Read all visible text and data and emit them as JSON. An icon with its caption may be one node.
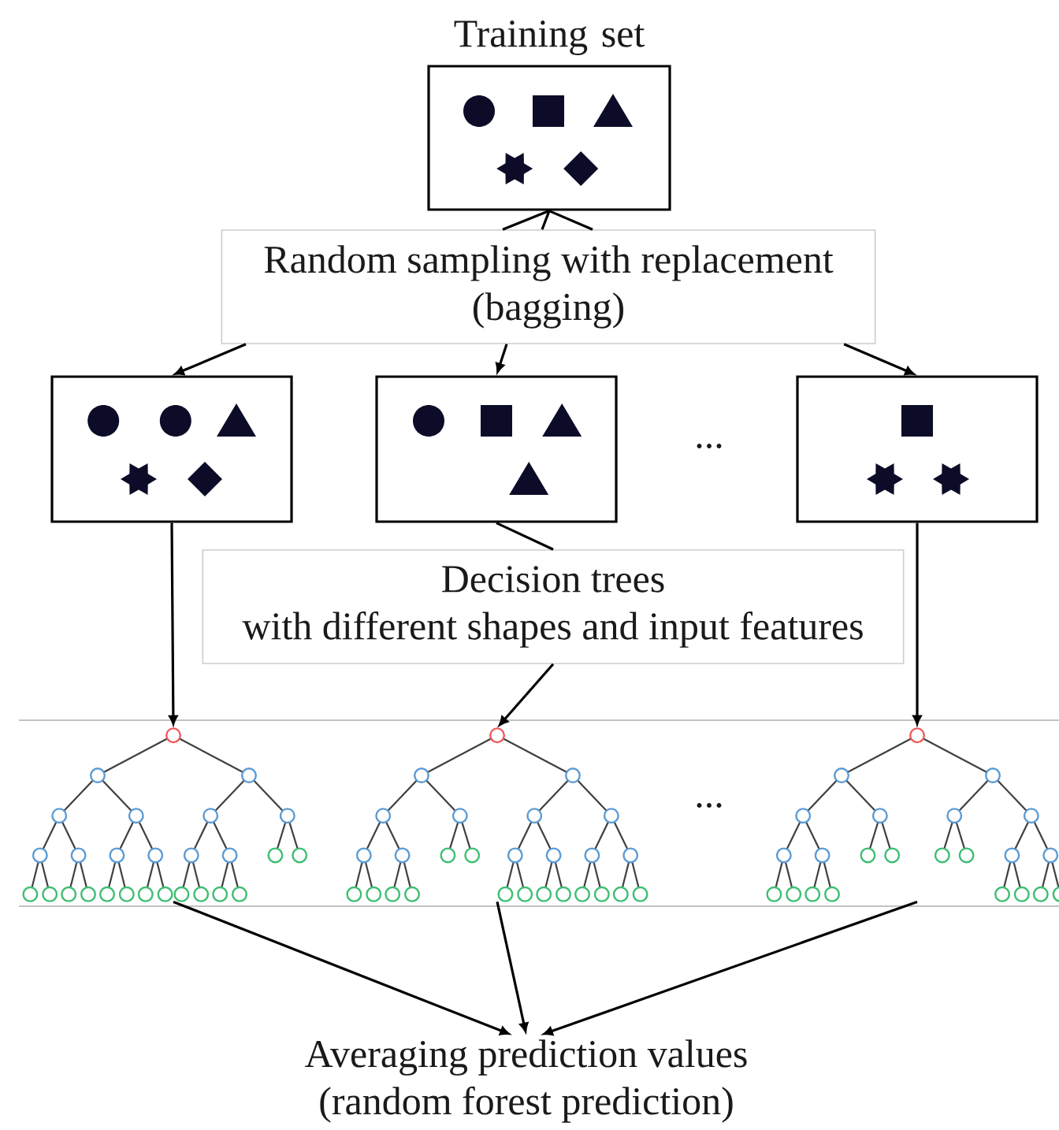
{
  "diagram": {
    "nodes": [
      {
        "text": [
          "Training set"
        ]
      },
      {
        "text": [
          "Random sampling with replacement (bagging)"
        ]
      },
      {
        "text": [],
        "shape": "box"
      },
      {
        "text": [],
        "shape": "box"
      },
      {
        "text": [],
        "shape": "box"
      },
      {
        "text": [
          "Decision trees",
          "with different shapes and input features"
        ]
      },
      {
        "text": [],
        "shape": "picture"
      },
      {
        "text": [],
        "shape": "picture"
      },
      {
        "text": [],
        "shape": "picture"
      },
      {
        "text": [
          "Averaging prediction values (random forest prediction)"
        ]
      }
    ],
    "edges": [
      {
        "from": 0,
        "to": 1,
        "arrow": "none"
      },
      {
        "from": 0,
        "to": 1,
        "arrow": "none"
      },
      {
        "from": 0,
        "to": 1,
        "arrow": "none"
      },
      {
        "from": 1,
        "to": 2,
        "arrow": "to"
      },
      {
        "from": 1,
        "to": 3,
        "arrow": "to"
      },
      {
        "from": 1,
        "to": 4,
        "arrow": "to"
      },
      {
        "from": 2,
        "to": 6,
        "arrow": "to"
      },
      {
        "from": 3,
        "to": 5,
        "arrow": "none"
      },
      {
        "from": 5,
        "to": 7,
        "arrow": "to"
      },
      {
        "from": 4,
        "to": 8,
        "arrow": "to"
      },
      {
        "from": 6,
        "to": 9,
        "arrow": "to"
      },
      {
        "from": 7,
        "to": 9,
        "arrow": "to"
      },
      {
        "from": 8,
        "to": 9,
        "arrow": "to"
      }
    ],
    "labels": [
      "...",
      "..."
    ]
  }
}
